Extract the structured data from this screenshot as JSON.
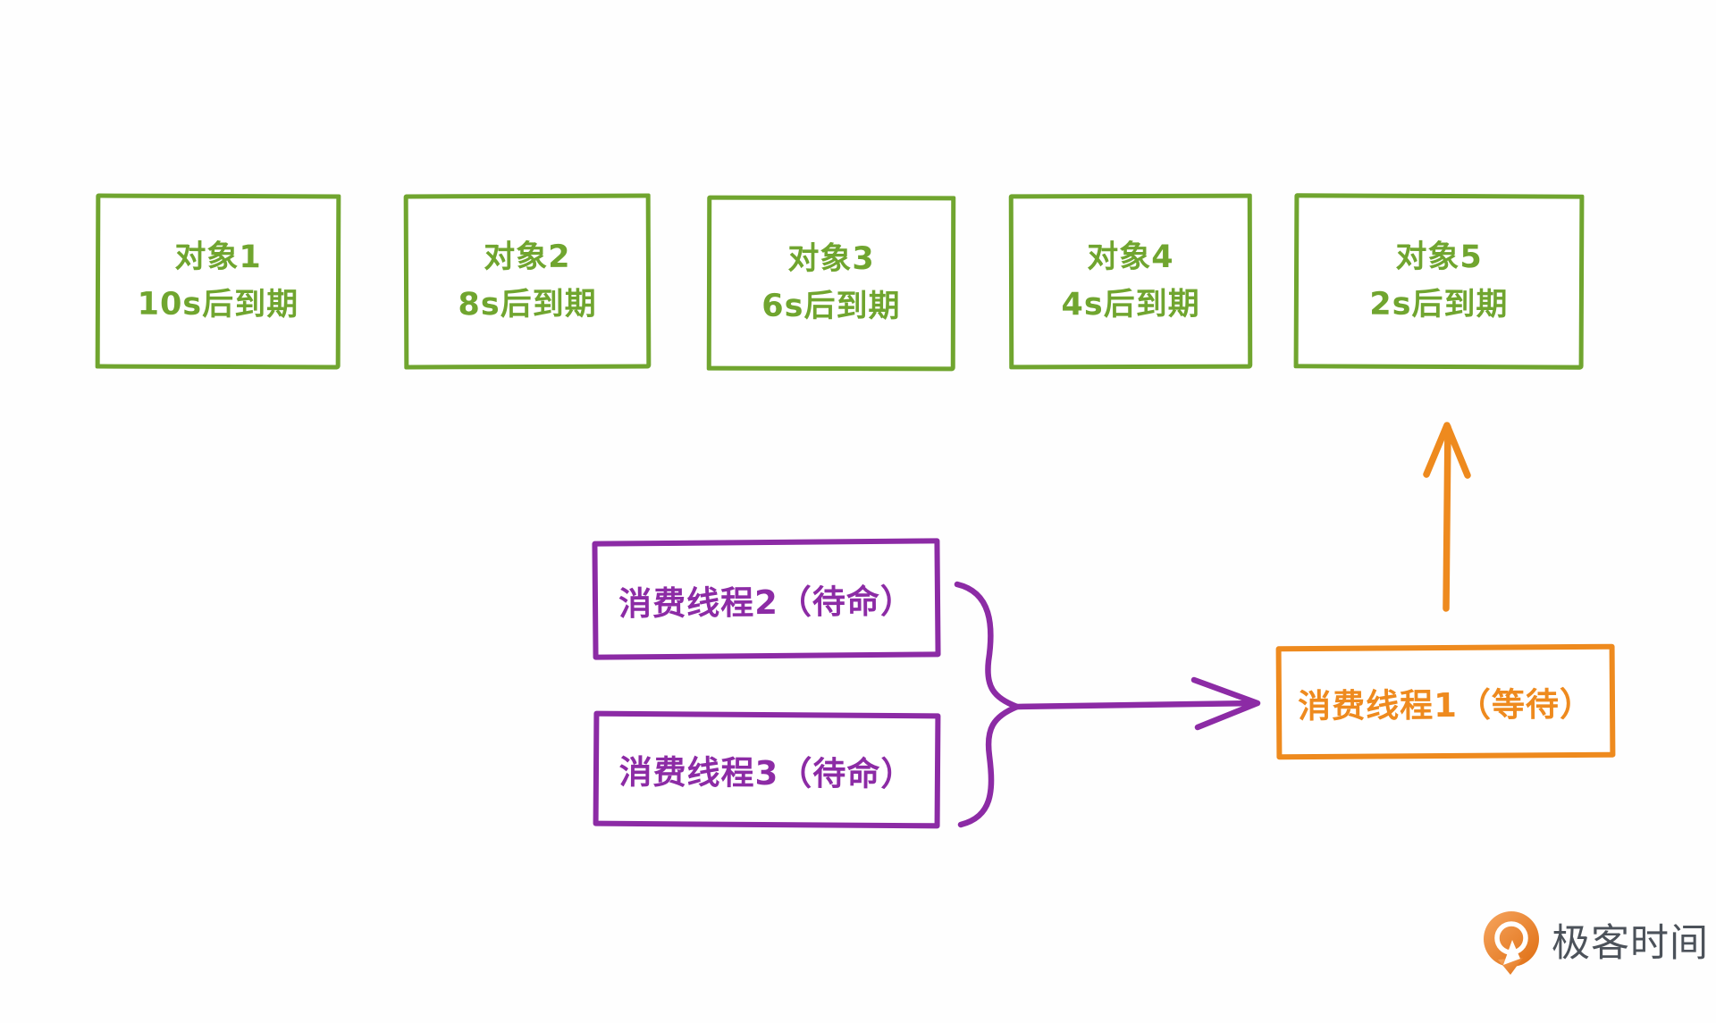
{
  "diagram": {
    "description": "delayed-queue objects consumed by waiting threads",
    "colors": {
      "object_green": "#70A52F",
      "thread_purple": "#8C2BA5",
      "waiting_orange": "#EE8A1E",
      "logo_text_gray": "#4C525A",
      "background": "#FEFEFE"
    },
    "objects": [
      {
        "title": "对象1",
        "subtitle": "10s后到期"
      },
      {
        "title": "对象2",
        "subtitle": "8s后到期"
      },
      {
        "title": "对象3",
        "subtitle": "6s后到期"
      },
      {
        "title": "对象4",
        "subtitle": "4s后到期"
      },
      {
        "title": "对象5",
        "subtitle": "2s后到期"
      }
    ],
    "standby_threads": [
      {
        "label": "消费线程2（待命）"
      },
      {
        "label": "消费线程3（待命）"
      }
    ],
    "waiting_thread": {
      "label": "消费线程1（等待）"
    },
    "logo": {
      "text": "极客时间"
    }
  }
}
